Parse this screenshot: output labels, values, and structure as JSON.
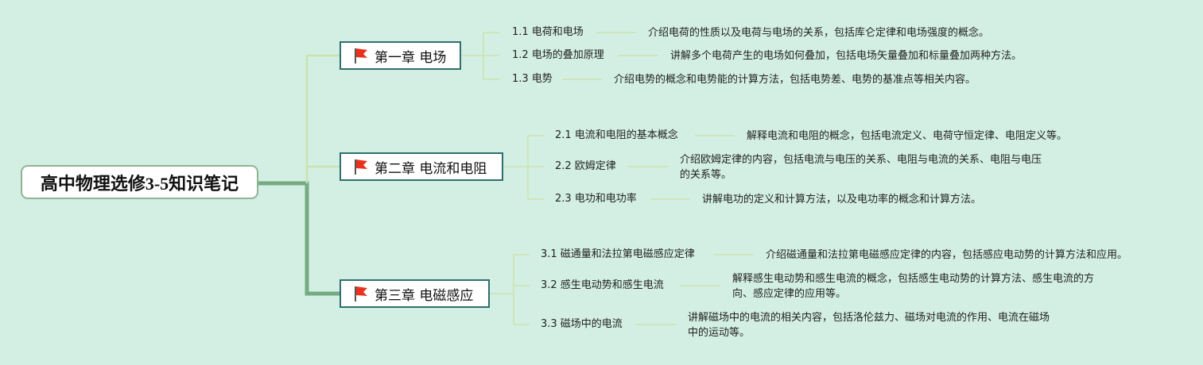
{
  "title": "高中物理选修3-5知识笔记",
  "chapters": [
    {
      "label": "第一章 电场",
      "topics": [
        {
          "label": "1.1 电荷和电场",
          "desc": [
            "介绍电荷的性质以及电荷与电场的关系，包括库仑定律和电场强度的概念。"
          ]
        },
        {
          "label": "1.2 电场的叠加原理",
          "desc": [
            "讲解多个电荷产生的电场如何叠加，包括电场矢量叠加和标量叠加两种方法。"
          ]
        },
        {
          "label": "1.3 电势",
          "desc": [
            "介绍电势的概念和电势能的计算方法，包括电势差、电势的基准点等相关内容。"
          ]
        }
      ]
    },
    {
      "label": "第二章 电流和电阻",
      "topics": [
        {
          "label": "2.1 电流和电阻的基本概念",
          "desc": [
            "解释电流和电阻的概念，包括电流定义、电荷守恒定律、电阻定义等。"
          ]
        },
        {
          "label": "2.2 欧姆定律",
          "desc": [
            "介绍欧姆定律的内容，包括电流与电压的关系、电阻与电流的关系、电阻与电压",
            "的关系等。"
          ]
        },
        {
          "label": "2.3 电功和电功率",
          "desc": [
            "讲解电功的定义和计算方法，以及电功率的概念和计算方法。"
          ]
        }
      ]
    },
    {
      "label": "第三章 电磁感应",
      "topics": [
        {
          "label": "3.1 磁通量和法拉第电磁感应定律",
          "desc": [
            "介绍磁通量和法拉第电磁感应定律的内容，包括感应电动势的计算方法和应用。"
          ]
        },
        {
          "label": "3.2 感生电动势和感生电流",
          "desc": [
            "解释感生电动势和感生电流的概念，包括感生电动势的计算方法、感生电流的方",
            "向、感应定律的应用等。"
          ]
        },
        {
          "label": "3.3 磁场中的电流",
          "desc": [
            "讲解磁场中的电流的相关内容，包括洛伦兹力、磁场对电流的作用、电流在磁场",
            "中的运动等。"
          ]
        }
      ]
    }
  ],
  "colors": {
    "background": "#d3efe3",
    "trunk": "#74ab82",
    "branch": "#c9e3ae",
    "chapter_border": "#2f6f6f",
    "flag": "#e8321e"
  }
}
